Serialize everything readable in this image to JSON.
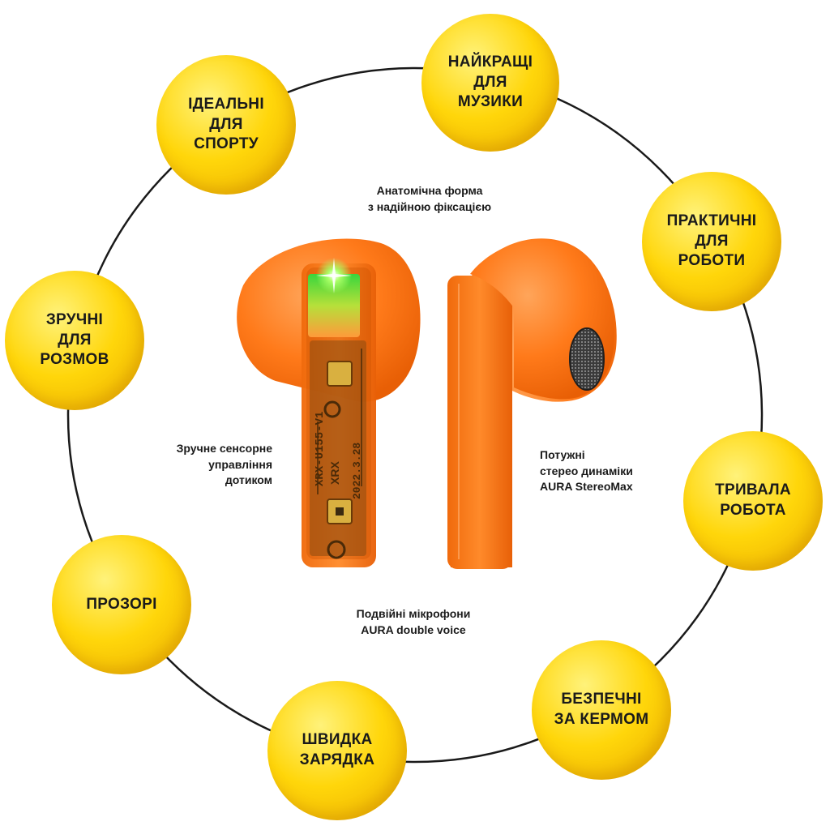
{
  "colors": {
    "bubble_light": "#fff27a",
    "bubble_mid": "#ffd60a",
    "bubble_dark": "#e9a900",
    "earbud_orange": "#ff7a1a",
    "earbud_dark": "#e85f05",
    "ring_line": "#1a1a1a",
    "text": "#1a1a1a"
  },
  "features": [
    {
      "id": "music",
      "label": "НАЙКРАЩІ\nДЛЯ\nМУЗИКИ"
    },
    {
      "id": "work",
      "label": "ПРАКТИЧНІ\nДЛЯ\nРОБОТИ"
    },
    {
      "id": "battery",
      "label": "ТРИВАЛА\nРОБОТА"
    },
    {
      "id": "driving",
      "label": "БЕЗПЕЧНІ\nЗА КЕРМОМ"
    },
    {
      "id": "charging",
      "label": "ШВИДКА\nЗАРЯДКА"
    },
    {
      "id": "clear",
      "label": "ПРОЗОРІ"
    },
    {
      "id": "calls",
      "label": "ЗРУЧНІ\nДЛЯ\nРОЗМОВ"
    },
    {
      "id": "sport",
      "label": "ІДЕАЛЬНІ\nДЛЯ\nСПОРТУ"
    }
  ],
  "captions": {
    "shape": "Анатомічна форма\nз надійною фіксацією",
    "touch": "Зручне сенсорне\nуправління\nдотиком",
    "speakers": "Потужні\nстерео динаміки\nAURA StereoMax",
    "mics": "Подвійні мікрофони\nAURA double voice"
  },
  "earbud_print": {
    "model": "XRX-U155-V1",
    "brand": "XRX",
    "date": "2022.3.28"
  },
  "icons": {
    "left_earbud": "transparent-earbud-front-icon",
    "right_earbud": "earbud-side-speaker-icon",
    "led": "green-led-icon"
  }
}
